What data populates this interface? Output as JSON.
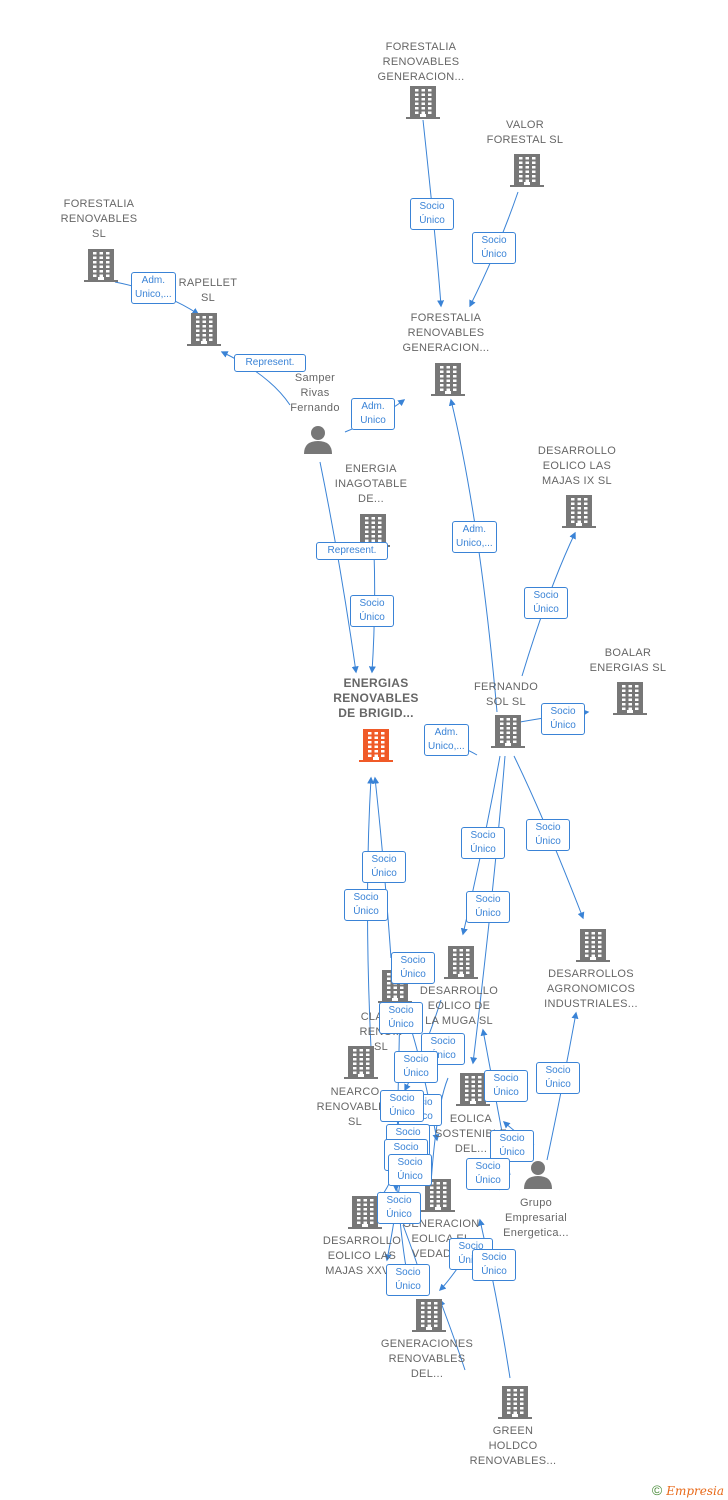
{
  "colors": {
    "edge": "#3a83d6",
    "node": "#777777",
    "focus": "#f05a28"
  },
  "nodes": [
    {
      "id": "frg1",
      "type": "company",
      "label": "FORESTALIA\nRENOVABLES\nGENERACION..."
    },
    {
      "id": "valor",
      "type": "company",
      "label": "VALOR\nFORESTAL SL"
    },
    {
      "id": "frsl",
      "type": "company",
      "label": "FORESTALIA\nRENOVABLES\nSL"
    },
    {
      "id": "rapellet",
      "type": "company",
      "label": "RAPELLET\nSL"
    },
    {
      "id": "frg2",
      "type": "company",
      "label": "FORESTALIA\nRENOVABLES\nGENERACION..."
    },
    {
      "id": "samper",
      "type": "person",
      "label": "Samper\nRivas\nFernando"
    },
    {
      "id": "energia",
      "type": "company",
      "label": "ENERGIA\nINAGOTABLE\nDE..."
    },
    {
      "id": "majas9",
      "type": "company",
      "label": "DESARROLLO\nEOLICO LAS\nMAJAS IX  SL"
    },
    {
      "id": "brigid",
      "type": "focus",
      "label": "ENERGIAS\nRENOVABLES\nDE BRIGID..."
    },
    {
      "id": "fernando",
      "type": "company",
      "label": "FERNANDO\nSOL SL"
    },
    {
      "id": "boalar",
      "type": "company",
      "label": "BOALAR\nENERGIAS  SL"
    },
    {
      "id": "agro",
      "type": "company",
      "label": "DESARROLLOS\nAGRONOMICOS\nINDUSTRIALES..."
    },
    {
      "id": "muga",
      "type": "company",
      "label": "DESARROLLO\nEOLICO DE\nLA MUGA SL"
    },
    {
      "id": "clar",
      "type": "company",
      "label": "CLAR...\nRENO...\nSL"
    },
    {
      "id": "nearco",
      "type": "company",
      "label": "NEARCO\nRENOVABLES\nSL"
    },
    {
      "id": "eolica",
      "type": "company",
      "label": "EOLICA\nSOSTENIBLE\nDEL..."
    },
    {
      "id": "grupo",
      "type": "person",
      "label": "Grupo\nEmpresarial\nEnergetica..."
    },
    {
      "id": "xxv",
      "type": "company",
      "label": "DESARROLLO\nEOLICO LAS\nMAJAS XXV..."
    },
    {
      "id": "genveda",
      "type": "company",
      "label": "GENERACION\nEOLICA EL\nVEDADO..."
    },
    {
      "id": "gendel",
      "type": "company",
      "label": "GENERACIONES\nRENOVABLES\nDEL..."
    },
    {
      "id": "green",
      "type": "company",
      "label": "GREEN\nHOLDCO\nRENOVABLES..."
    }
  ],
  "edge_labels": [
    "Socio\nÚnico",
    "Socio\nÚnico",
    "Adm.\nUnico,...",
    "Represent.",
    "Adm.\nUnico",
    "Represent.",
    "Socio\nÚnico",
    "Adm.\nUnico,...",
    "Socio\nÚnico",
    "Adm.\nUnico,...",
    "Socio\nÚnico",
    "Socio\nÚnico",
    "Socio\nÚnico",
    "Socio\nÚnico",
    "Socio\nÚnico",
    "Socio\nÚnico",
    "Socio\nÚnico",
    "Socio\nÚnico",
    "Socio\nÚnico",
    "Socio\nÚnico",
    "Socio\nÚnico",
    "Socio\nÚnico",
    "Socio\nÚnico",
    "Socio\nÚnico",
    "Socio\nÚnico",
    "Socio\nÚnico",
    "Socio\nÚnico",
    "Socio\nÚnico",
    "Socio\nÚnico",
    "Socio\nÚnico",
    "Socio\nÚnico",
    "Socio\nÚnico",
    "Socio\nÚnico"
  ],
  "footer": {
    "copyright": "©",
    "brand": "Empresia"
  }
}
